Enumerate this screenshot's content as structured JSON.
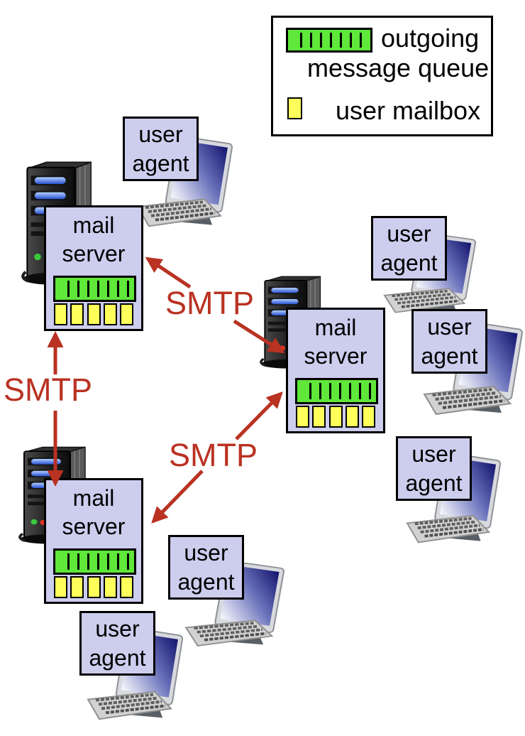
{
  "colors": {
    "accent_red": "#b93222",
    "node_fill": "#cdcdee",
    "queue_green": "#5fe73a",
    "mailbox_yellow": "#feff5a",
    "background": "#ffffff"
  },
  "legend": {
    "outgoing_line1": "outgoing",
    "outgoing_line2": "message queue",
    "mailbox_label": "user mailbox"
  },
  "mail_servers": [
    {
      "line1": "mail",
      "line2": "server"
    },
    {
      "line1": "mail",
      "line2": "server"
    },
    {
      "line1": "mail",
      "line2": "server"
    }
  ],
  "user_agents": [
    {
      "line1": "user",
      "line2": "agent"
    },
    {
      "line1": "user",
      "line2": "agent"
    },
    {
      "line1": "user",
      "line2": "agent"
    },
    {
      "line1": "user",
      "line2": "agent"
    },
    {
      "line1": "user",
      "line2": "agent"
    },
    {
      "line1": "user",
      "line2": "agent"
    }
  ],
  "smtp_labels": [
    {
      "text": "SMTP"
    },
    {
      "text": "SMTP"
    },
    {
      "text": "SMTP"
    }
  ]
}
